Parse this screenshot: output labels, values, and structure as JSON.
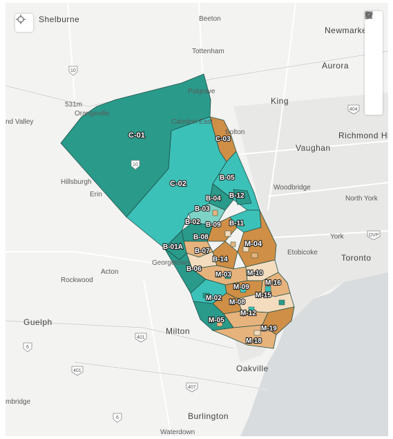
{
  "map": {
    "places": {
      "shelburne": "Shelburne",
      "beeton": "Beeton",
      "newmarket": "Newmarket",
      "tottenham": "Tottenham",
      "aurora": "Aurora",
      "king": "King",
      "palgrave": "Palgrave",
      "orangeville": "Orangeville",
      "valley": "nd Valley",
      "caledon_east": "Caledon East",
      "bolton": "Bolton",
      "vaughan": "Vaughan",
      "richmond_hill": "Richmond Hill",
      "hillsburgh": "Hillsburgh",
      "erin": "Erin",
      "woodbridge": "Woodbridge",
      "north_york": "North York",
      "york": "York",
      "etobicoke": "Etobicoke",
      "toronto": "Toronto",
      "georgetown": "Georgetown",
      "acton": "Acton",
      "rockwood": "Rockwood",
      "guelph": "Guelph",
      "milton": "Milton",
      "oakville": "Oakville",
      "cambridge": "mbridge",
      "burlington": "Burlington",
      "waterdown": "Waterdown",
      "elev": "531m"
    },
    "shields": {
      "h10": "10",
      "h404": "404",
      "h410": "10",
      "h401a": "401",
      "h401b": "401",
      "h6a": "6",
      "h6b": "6",
      "h407": "407",
      "dvp": "DVP"
    },
    "districts": {
      "c01": "C-01",
      "c02": "C-02",
      "c03": "C-03",
      "b05": "B-05",
      "b04": "B-04",
      "b12": "B-12",
      "b03": "B-03",
      "b02": "B-02",
      "b09": "B-09",
      "b11": "B-11",
      "b08": "B-08",
      "b01a": "B-01A",
      "b07": "B-07",
      "b14": "B-14",
      "b06": "B-06",
      "m04": "M-04",
      "m03": "M-03",
      "m10": "M-10",
      "m09": "M-09",
      "m16": "M-16",
      "m02": "M-02",
      "m08": "M-08",
      "m15": "M-15",
      "m12": "M-12",
      "m05": "M-05",
      "m19": "M-19",
      "m18": "M-18"
    }
  },
  "colors": {
    "dark_teal": "#2a9a8a",
    "mid_teal": "#3cc1b8",
    "light_teal": "#7fd3c6",
    "orange": "#cf8f46",
    "light_orange": "#e7b37c",
    "cream": "#f4dcbf"
  },
  "toolbar": {
    "icons": [
      "collapse-up-icon",
      "search-icon",
      "home-icon",
      "layers-icon",
      "qr-icon",
      "collapse-left-icon"
    ]
  }
}
